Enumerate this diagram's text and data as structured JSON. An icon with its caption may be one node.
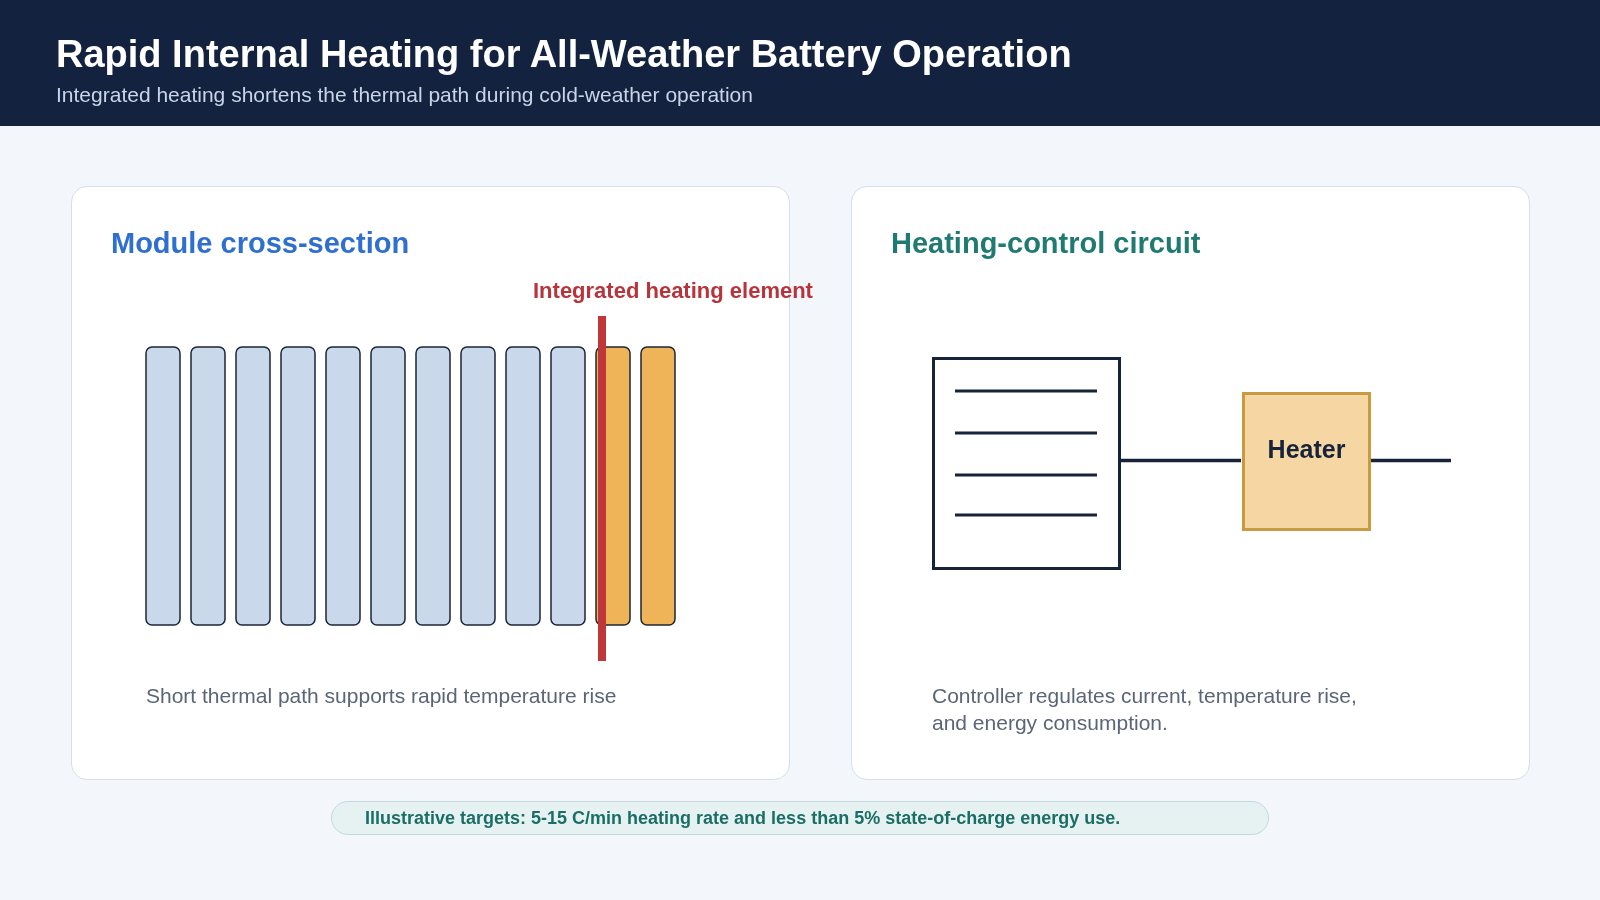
{
  "diagram": {
    "title": "Rapid Internal Heating for All-Weather Battery Operation",
    "caption": "Integrated heating shortens the thermal path during cold-weather operation",
    "nodes": [
      {
        "text": [
          "Module cross-section",
          "Short thermal path supports rapid temperature rise"
        ]
      },
      {
        "text": [
          "Heating-control circuit",
          "Controller regulates current, temperature rise, and energy consumption."
        ]
      },
      {
        "text": [],
        "shape": "box",
        "in": 1
      },
      {
        "text": [
          "Heater"
        ],
        "in": 1
      },
      {
        "text": [
          "Illustrative targets: 5-15 C/min heating rate and less than 5% state-of-charge energy use."
        ]
      }
    ],
    "edges": [
      {
        "from": 2,
        "to": 3,
        "arrow": "none"
      },
      {
        "from": 3,
        "to": null,
        "arrow": "none"
      }
    ],
    "labels": [
      "Integrated heating element"
    ]
  }
}
